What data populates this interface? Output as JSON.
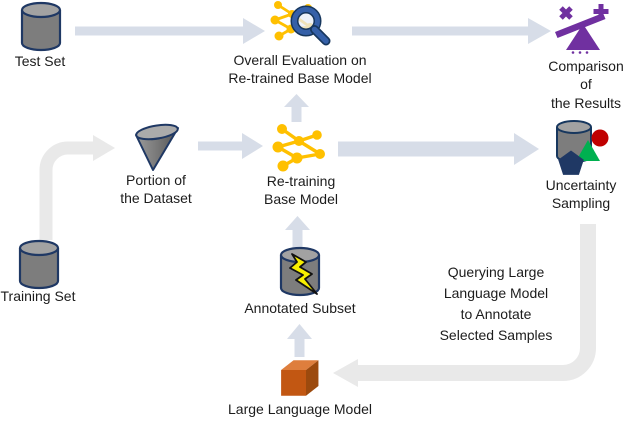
{
  "diagram": {
    "nodes": {
      "test_set": {
        "label": "Test Set",
        "icon": "database-icon"
      },
      "training_set": {
        "label": "Training Set",
        "icon": "database-icon"
      },
      "portion": {
        "label": "Portion of\nthe Dataset",
        "icon": "funnel-icon"
      },
      "overall_eval": {
        "label": "Overall Evaluation on\nRe-trained Base Model",
        "icon": "network-magnifier-icon"
      },
      "comparison": {
        "label": "Comparison of\nthe Results",
        "icon": "balance-scale-icon"
      },
      "retraining": {
        "label": "Re-training\nBase Model",
        "icon": "network-icon"
      },
      "uncertainty": {
        "label": "Uncertainty\nSampling",
        "icon": "sampling-shapes-icon"
      },
      "annotated": {
        "label": "Annotated Subset",
        "icon": "database-lightning-icon"
      },
      "llm": {
        "label": "Large Language Model",
        "icon": "cube-icon"
      },
      "querying": {
        "label": "Querying Large\nLanguage Model\nto Annotate\nSelected Samples",
        "icon": "none"
      }
    },
    "colors": {
      "arrow_blue_gray": "#d7dde8",
      "arrow_light_gray": "#e9e9e9",
      "cylinder_body": "#7d7d7d",
      "cylinder_top": "#a2a2a2",
      "outline_navy": "#1f3864",
      "network_yellow": "#ffc000",
      "magnifier_blue": "#3560a8",
      "magnifier_dark": "#17375e",
      "comparison_purple": "#7030a0",
      "triangle_green": "#00b050",
      "circle_red": "#c00000",
      "pentagon_navy": "#1f3864",
      "bolt_yellow": "#f7ef00",
      "cube_front": "#c25712",
      "cube_top": "#de7e3d",
      "cube_side": "#9c4a0e"
    }
  }
}
